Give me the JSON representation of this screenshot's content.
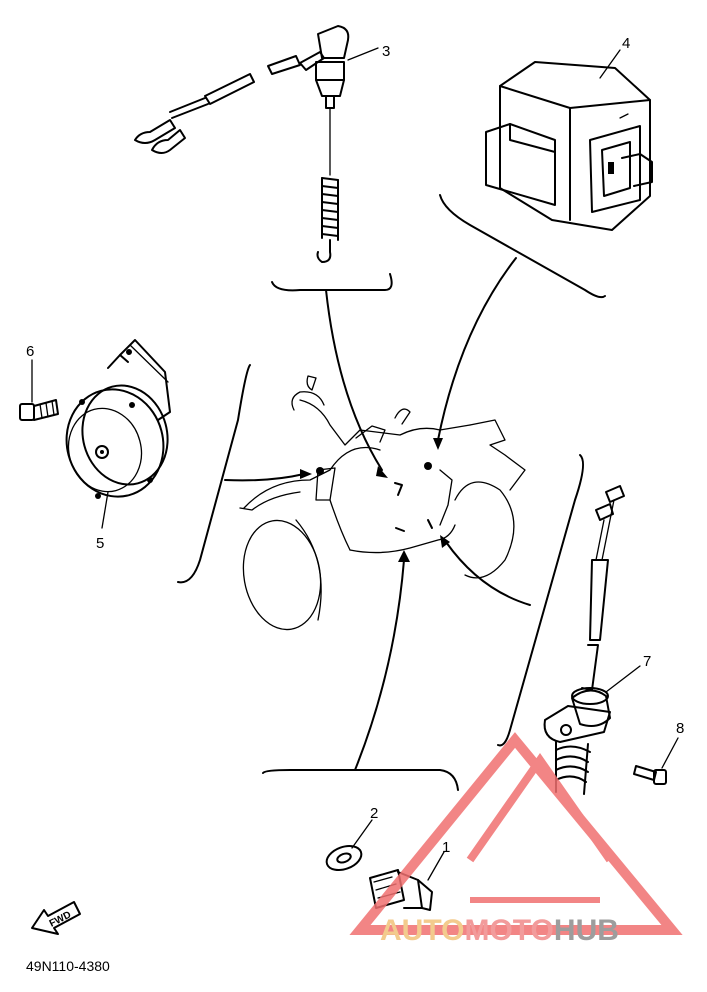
{
  "diagram": {
    "figure_code": "49N110-4380",
    "fwd_label": "FWD",
    "callouts": {
      "c1": "1",
      "c2": "2",
      "c3": "3",
      "c4": "4",
      "c5": "5",
      "c6": "6",
      "c7": "7",
      "c8": "8"
    }
  },
  "watermark": {
    "part1": "AUTO",
    "part2": "MOTO",
    "part3": "HUB",
    "colors": {
      "auto": "#f2c27a",
      "moto": "#f08a8a",
      "hub": "#8c8c8c",
      "triangle": "#f07070"
    }
  }
}
